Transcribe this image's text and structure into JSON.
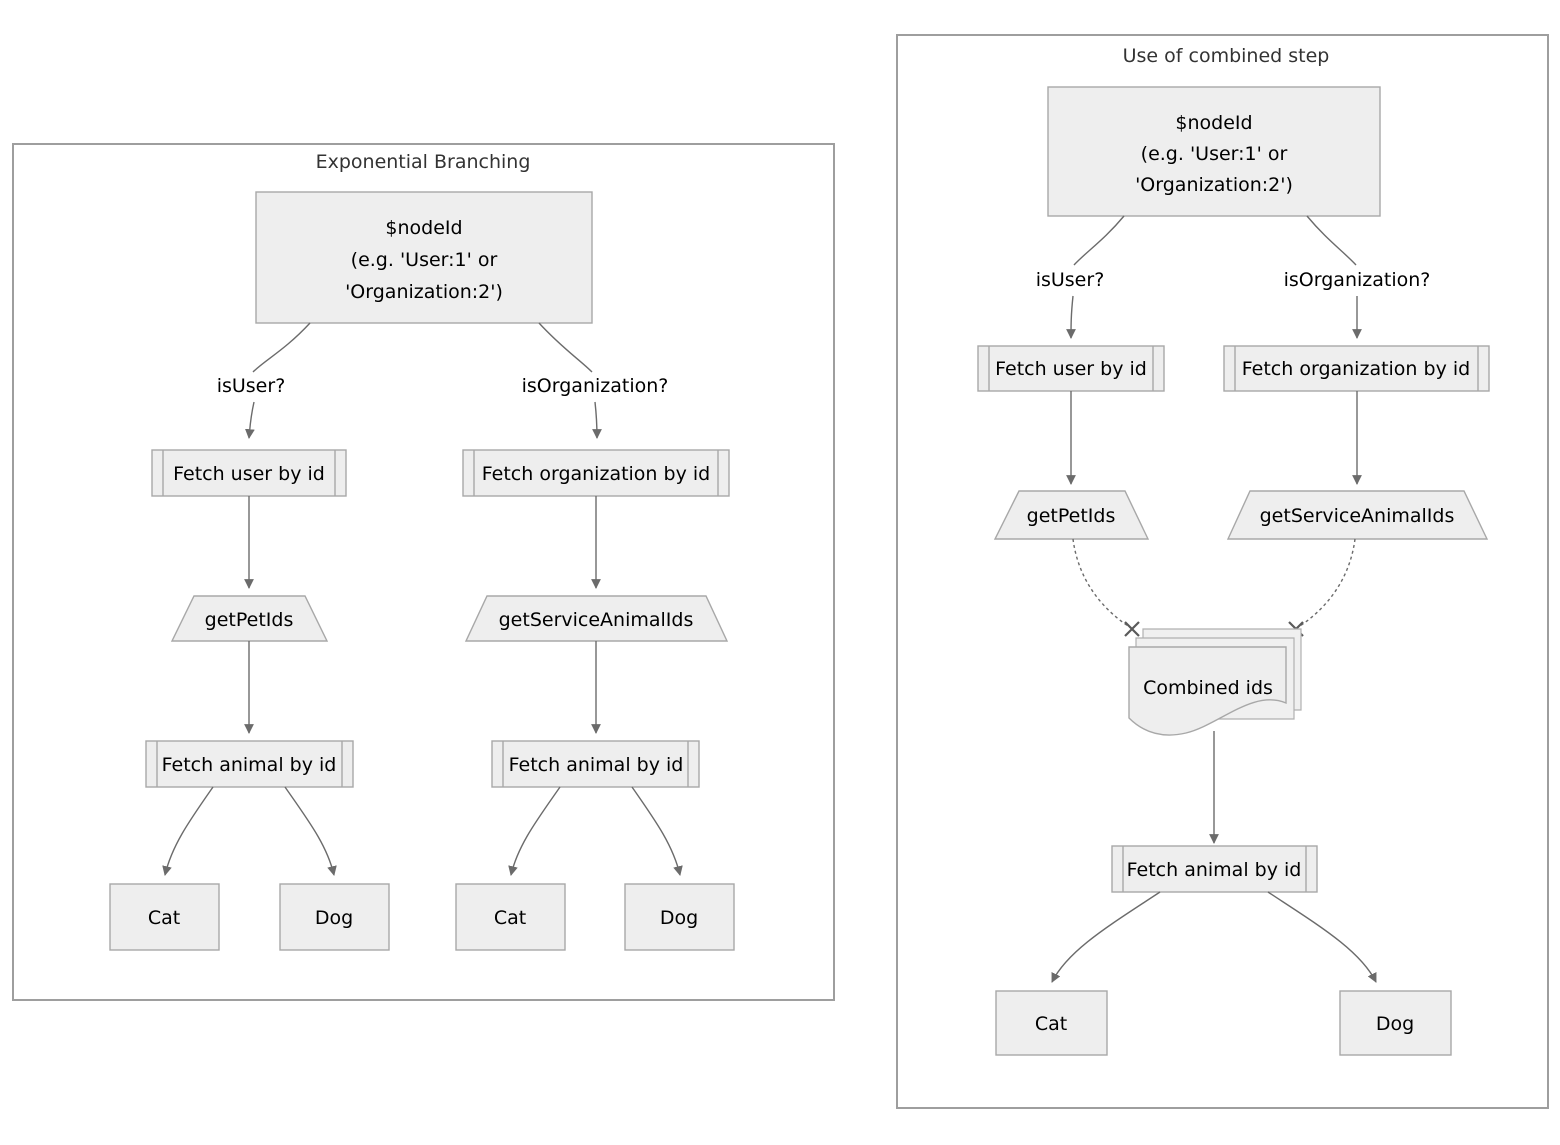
{
  "diagram": {
    "type": "flowchart",
    "panels": [
      {
        "id": "left",
        "title": "Exponential Branching",
        "nodes": [
          {
            "id": "L-root",
            "shape": "rect",
            "label_lines": [
              "$nodeId",
              "(e.g. 'User:1' or",
              "'Organization:2')"
            ]
          },
          {
            "id": "L-fu",
            "shape": "subroutine",
            "label": "Fetch user by id"
          },
          {
            "id": "L-fo",
            "shape": "subroutine",
            "label": "Fetch organization by id"
          },
          {
            "id": "L-gp",
            "shape": "trapezoid",
            "label": "getPetIds"
          },
          {
            "id": "L-gs",
            "shape": "trapezoid",
            "label": "getServiceAnimalIds"
          },
          {
            "id": "L-fa1",
            "shape": "subroutine",
            "label": "Fetch animal by id"
          },
          {
            "id": "L-fa2",
            "shape": "subroutine",
            "label": "Fetch animal by id"
          },
          {
            "id": "L-cat1",
            "shape": "rect",
            "label": "Cat"
          },
          {
            "id": "L-dog1",
            "shape": "rect",
            "label": "Dog"
          },
          {
            "id": "L-cat2",
            "shape": "rect",
            "label": "Cat"
          },
          {
            "id": "L-dog2",
            "shape": "rect",
            "label": "Dog"
          }
        ],
        "edge_labels": [
          "isUser?",
          "isOrganization?"
        ]
      },
      {
        "id": "right",
        "title": "Use of combined step",
        "nodes": [
          {
            "id": "R-root",
            "shape": "rect",
            "label_lines": [
              "$nodeId",
              "(e.g. 'User:1' or",
              "'Organization:2')"
            ]
          },
          {
            "id": "R-fu",
            "shape": "subroutine",
            "label": "Fetch user by id"
          },
          {
            "id": "R-fo",
            "shape": "subroutine",
            "label": "Fetch organization by id"
          },
          {
            "id": "R-gp",
            "shape": "trapezoid",
            "label": "getPetIds"
          },
          {
            "id": "R-gs",
            "shape": "trapezoid",
            "label": "getServiceAnimalIds"
          },
          {
            "id": "R-comb",
            "shape": "multi-document",
            "label": "Combined ids"
          },
          {
            "id": "R-fa",
            "shape": "subroutine",
            "label": "Fetch animal by id"
          },
          {
            "id": "R-cat",
            "shape": "rect",
            "label": "Cat"
          },
          {
            "id": "R-dog",
            "shape": "rect",
            "label": "Dog"
          }
        ],
        "edge_labels": [
          "isUser?",
          "isOrganization?"
        ]
      }
    ],
    "colors": {
      "node_fill": "#eeeeee",
      "node_stroke": "#a8a8a8",
      "panel_stroke": "#9e9e9e",
      "edge_stroke": "#6b6b6b",
      "text": "#000000",
      "title_text": "#333333",
      "background": "#ffffff"
    }
  }
}
